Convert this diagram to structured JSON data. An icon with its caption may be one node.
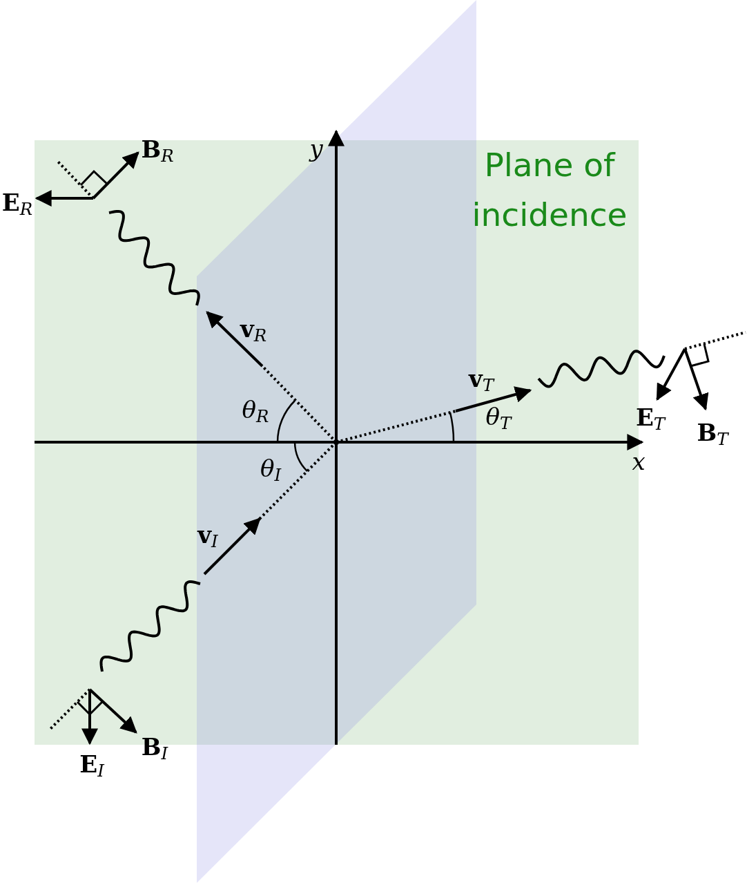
{
  "diagram": {
    "nodes": [
      {
        "text": [
          "Plane of incidence"
        ]
      }
    ],
    "labels": [
      "y",
      "**B**$_{R}$",
      "**E**$_{R}$",
      "**v**$_{R}$",
      "**v**$_{T}$",
      "θ$_{R}$",
      "θ$_{T}$",
      "**E**$_{T}$",
      "**B**$_{T}$",
      "x",
      "θ$_{I}$",
      "**v**$_{I}$",
      "**B**$_{I}$",
      "**E**$_{I}$"
    ]
  }
}
